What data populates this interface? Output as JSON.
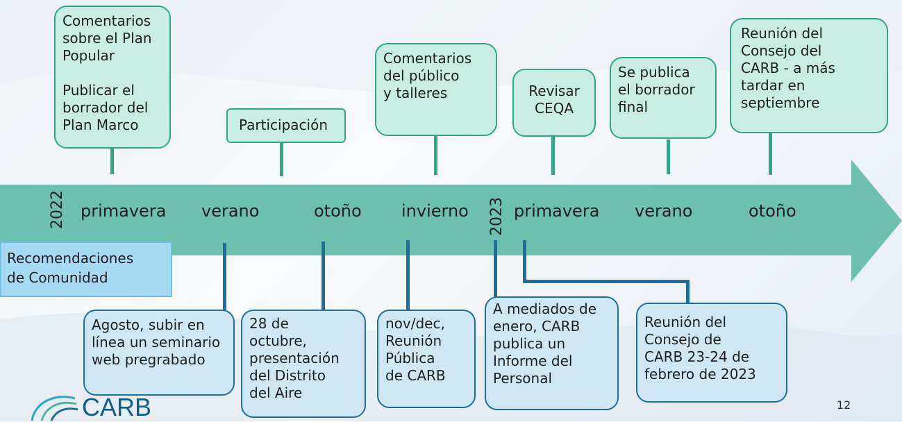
{
  "seasons": {
    "s1": "primavera",
    "s2": "verano",
    "s3": "otoño",
    "s4": "invierno",
    "s5": "primavera",
    "s6": "verano",
    "s7": "otoño"
  },
  "years": {
    "y1": "2022",
    "y2": "2023"
  },
  "top_boxes": {
    "b1": {
      "line1": "Comentarios",
      "line2": "sobre el Plan",
      "line3": "Popular",
      "line4": "Publicar el",
      "line5": "borrador del",
      "line6": "Plan Marco"
    },
    "b2": {
      "line1": "Participación"
    },
    "b3": {
      "line1": "Comentarios",
      "line2": "del público",
      "line3": "y talleres"
    },
    "b4": {
      "line1": "Revisar",
      "line2": "CEQA"
    },
    "b5": {
      "line1": "Se publica",
      "line2": "el borrador",
      "line3": "final"
    },
    "b6": {
      "line1": "Reunión del",
      "line2": "Consejo del",
      "line3": "CARB - a más",
      "line4": "tardar en",
      "line5": "septiembre"
    }
  },
  "recs": {
    "line1": "Recomendaciones",
    "line2": "de Comunidad"
  },
  "bottom_boxes": {
    "b1": {
      "line1": "Agosto, subir en",
      "line2": "línea un seminario",
      "line3": "web pregrabado"
    },
    "b2": {
      "line1": "28 de",
      "line2": "octubre,",
      "line3": "presentación",
      "line4": "del Distrito",
      "line5": "del Aire"
    },
    "b3": {
      "line1": "nov/dec,",
      "line2": "Reunión",
      "line3": "Pública",
      "line4": "de CARB"
    },
    "b4": {
      "line1": "A mediados de",
      "line2": "enero, CARB",
      "line3": "publica un",
      "line4": "Informe del",
      "line5": "Personal"
    },
    "b5": {
      "line1": "Reunión del",
      "line2": "Consejo de",
      "line3": "CARB 23-24 de",
      "line4": "febrero de 2023"
    }
  },
  "logo": {
    "text": "CARB"
  },
  "page_number": "12",
  "colors": {
    "arrow": "#6dc0ad",
    "top_border": "#2fa889",
    "bottom_border": "#1e6f99",
    "recs_fill": "#a6d9f2"
  }
}
